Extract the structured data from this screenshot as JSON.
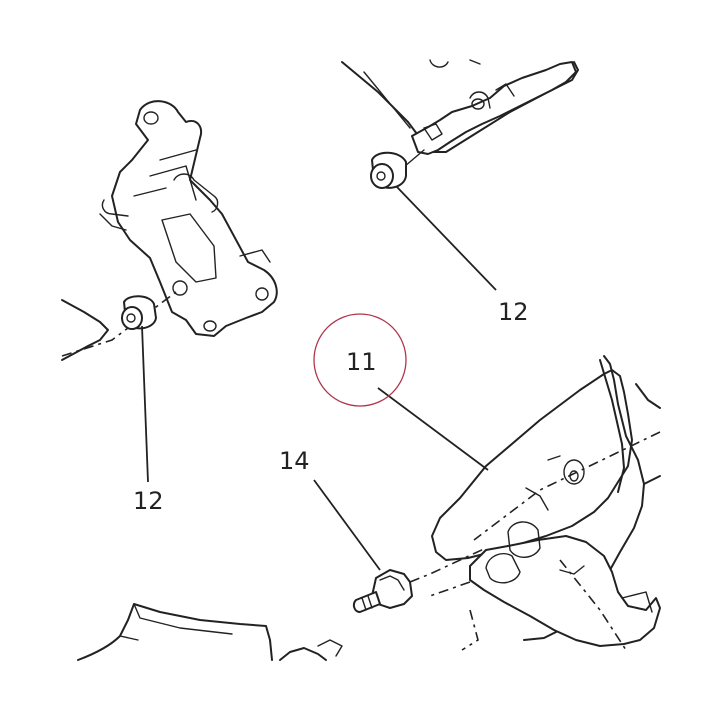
{
  "diagram": {
    "callouts": [
      {
        "id": "c12a",
        "label": "12"
      },
      {
        "id": "c12b",
        "label": "12"
      },
      {
        "id": "c11",
        "label": "11"
      },
      {
        "id": "c14",
        "label": "14"
      }
    ],
    "highlight_color": "#b0354a",
    "line_color": "#222222"
  }
}
